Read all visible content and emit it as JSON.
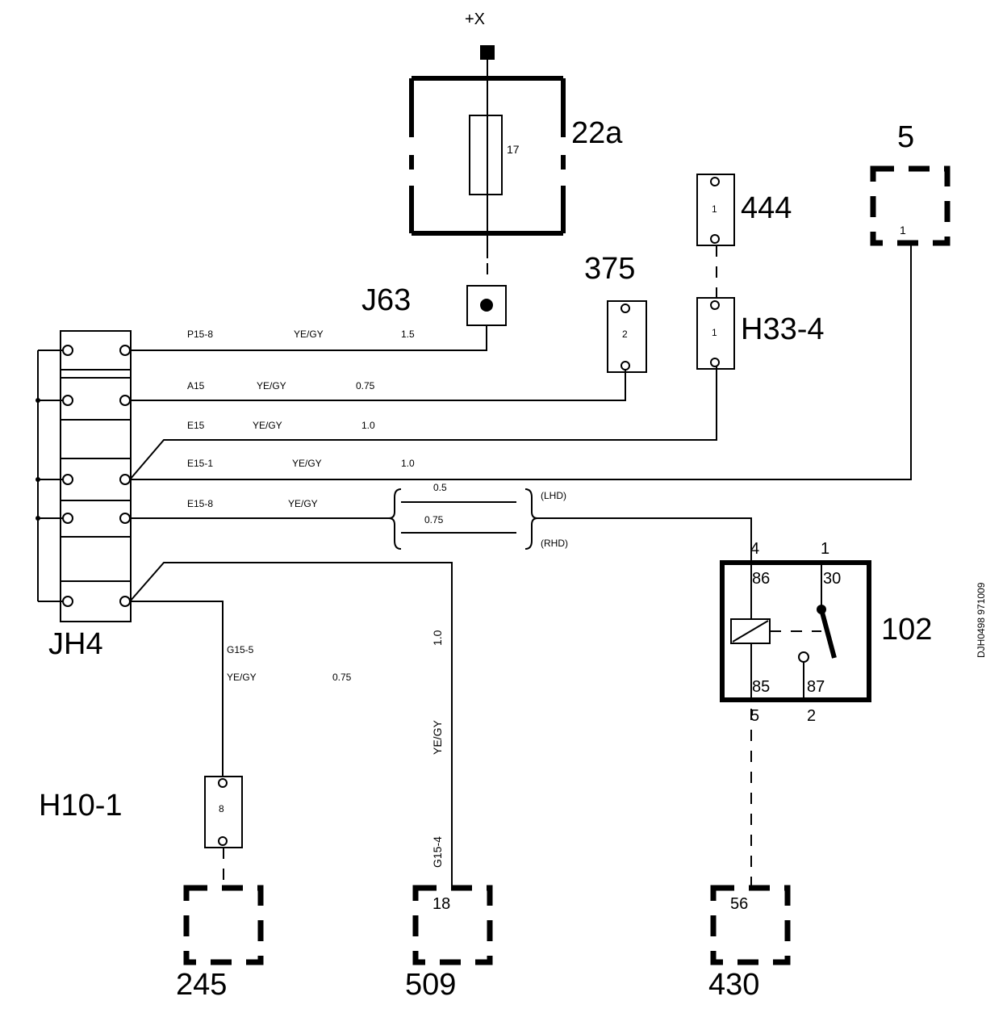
{
  "components": {
    "supply": "+X",
    "fuse_box": "22a",
    "fuse_number": "17",
    "connector_j63": "J63",
    "connector_375": "375",
    "connector_375_pin": "2",
    "connector_444": "444",
    "connector_444_pin": "1",
    "connector_h33": "H33-4",
    "connector_h33_pin": "1",
    "unit_5": "5",
    "unit_5_pin": "1",
    "junction_jh4": "JH4",
    "connector_h10": "H10-1",
    "connector_h10_pin": "8",
    "unit_245": "245",
    "unit_509": "509",
    "unit_509_pin": "18",
    "unit_430": "430",
    "unit_430_pin": "56",
    "relay": "102",
    "relay_pins": {
      "top_left": "4",
      "top_right": "1",
      "p86": "86",
      "p30": "30",
      "p85": "85",
      "p87": "87",
      "bottom_left": "5",
      "bottom_right": "2"
    },
    "drawing_ref": "DJH0498 971009"
  },
  "wires": {
    "p15_8": {
      "id": "P15-8",
      "color": "YE/GY",
      "size": "1.5"
    },
    "a15": {
      "id": "A15",
      "color": "YE/GY",
      "size": "0.75"
    },
    "e15": {
      "id": "E15",
      "color": "YE/GY",
      "size": "1.0"
    },
    "e15_1": {
      "id": "E15-1",
      "color": "YE/GY",
      "size": "1.0"
    },
    "e15_8": {
      "id": "E15-8",
      "color": "YE/GY",
      "size_lhd": "0.5",
      "size_rhd": "0.75",
      "lhd": "(LHD)",
      "rhd": "(RHD)"
    },
    "g15_5": {
      "id": "G15-5",
      "color": "YE/GY",
      "size": "0.75"
    },
    "g15_4": {
      "id": "G15-4",
      "color": "YE/GY",
      "size": "1.0"
    }
  }
}
